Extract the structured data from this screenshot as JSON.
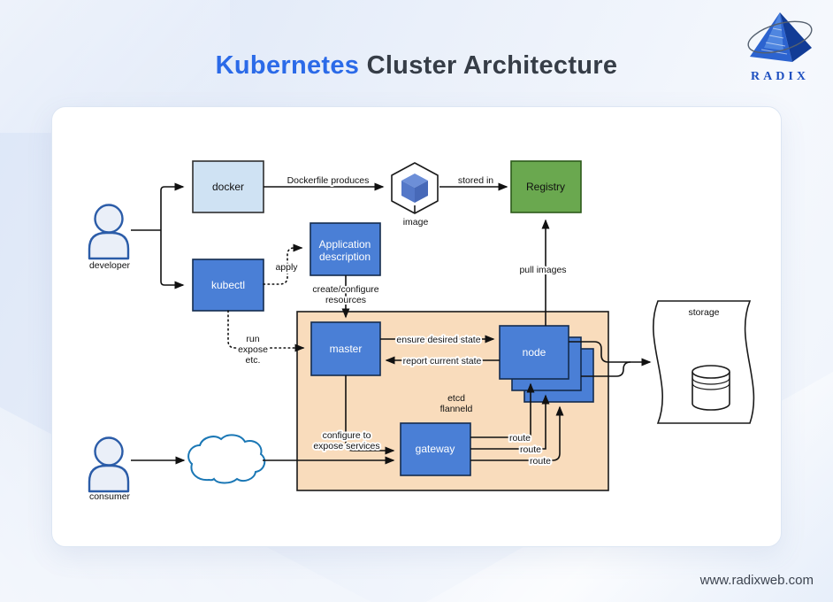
{
  "page": {
    "title_accent": "Kubernetes",
    "title_rest": " Cluster Architecture",
    "brand": "RADIX",
    "website": "www.radixweb.com"
  },
  "colors": {
    "accent_blue": "#2b6ae8",
    "title_dark": "#363d47",
    "card": "#ffffff",
    "box_blue": "#4a7fd6",
    "box_border": "#142c4e",
    "docker_fill": "#cfe2f3",
    "docker_border": "#2f2f2f",
    "registry_fill": "#6aa84f",
    "registry_border": "#2d5a1b",
    "cluster_fill": "#f9dcbc",
    "cluster_border": "#1a1a1a",
    "person_blue": "#2b5ca8",
    "person_fill": "#eaeff8",
    "cloud_blue": "#1a77b5",
    "line": "#111111",
    "logo_blue": "#1d4fc0",
    "footer_text": "#3d4450"
  },
  "diagram": {
    "nodes": {
      "docker": "docker",
      "kubectl": "kubectl",
      "app_desc": [
        "Application",
        "description"
      ],
      "registry": "Registry",
      "master": "master",
      "node": "node",
      "gateway": "gateway"
    },
    "labels": {
      "developer": "developer",
      "consumer": "consumer",
      "dockerfile_produces": "Dockerfile produces",
      "image": "image",
      "stored_in": "stored in",
      "apply": "apply",
      "create_configure": [
        "create/configure",
        "resources"
      ],
      "run_expose": [
        "run",
        "expose",
        "etc."
      ],
      "pull_images": "pull images",
      "ensure": "ensure desired state",
      "report": "report current state",
      "etcd_flanneld": [
        "etcd",
        "flanneld"
      ],
      "configure_expose": [
        "configure to",
        "expose services"
      ],
      "route": "route",
      "storage": "storage"
    }
  }
}
